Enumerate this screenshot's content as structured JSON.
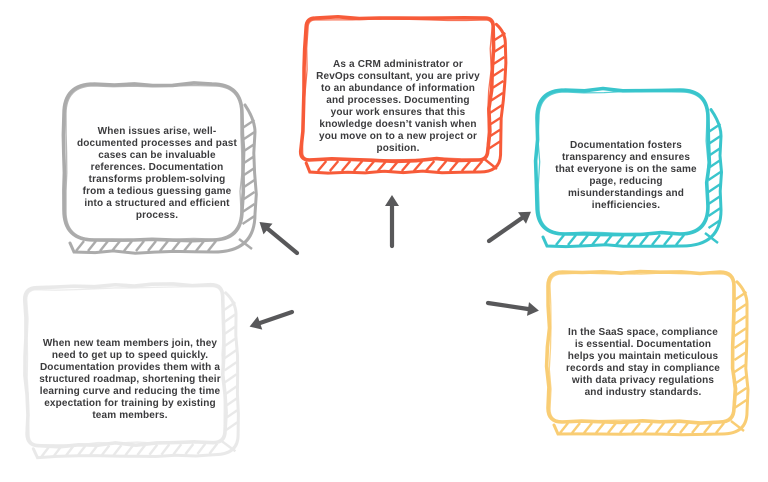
{
  "background": "#FFFFFF",
  "text_color": "#3B3B3D",
  "arrow_color": "#58585A",
  "cards": [
    {
      "position": "top-center",
      "border_color": "#F75B39",
      "text": "As a CRM administrator or RevOps consultant, you are privy to an abundance of information and processes. Documenting your work ensures that this knowledge doesn’t vanish when you move on to a new project or position."
    },
    {
      "position": "upper-left",
      "border_color": "#ABABAB",
      "text": "When issues arise, well-documented processes and past cases can be invaluable references. Documentation transforms problem-solving from a tedious guessing game into a structured and efficient process."
    },
    {
      "position": "upper-right",
      "border_color": "#39C5CC",
      "text": "Documentation fosters transparency and ensures that everyone is on the same page, reducing misunderstandings and inefficiencies."
    },
    {
      "position": "lower-left",
      "border_color": "#E9E9E9",
      "text": "When new team members join, they need to get up to speed quickly. Documentation provides them with a structured roadmap, shortening their learning curve and reducing the time expectation for training by existing team members."
    },
    {
      "position": "lower-right",
      "border_color": "#F9CD74",
      "text": "In the SaaS space, compliance is essential. Documentation helps you maintain meticulous records and stay in compliance with data privacy regulations and industry standards."
    }
  ]
}
